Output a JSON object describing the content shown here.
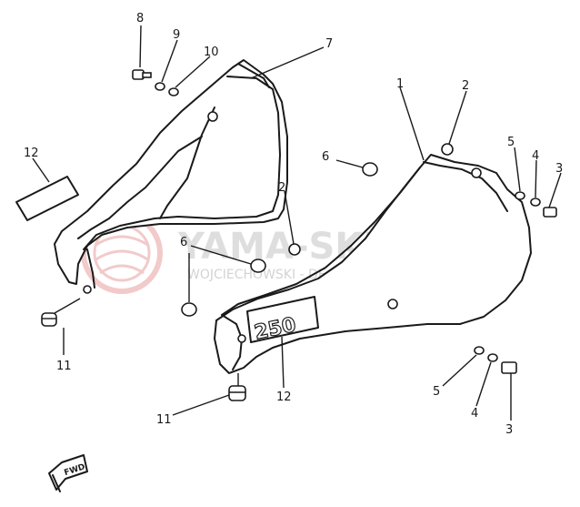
{
  "watermark": {
    "title": "YAMA-SKLEP.PL",
    "subtitle": "WOJCIECHOWSKI - DEALER YAMAHA",
    "logo_color": "#e8a0a0"
  },
  "decal": {
    "text": "250"
  },
  "fwd_badge": {
    "label": "FWD"
  },
  "callouts": {
    "c1": "1",
    "c2a": "2",
    "c2b": "2",
    "c3a": "3",
    "c3b": "3",
    "c4a": "4",
    "c4b": "4",
    "c5a": "5",
    "c5b": "5",
    "c6a": "6",
    "c6b": "6",
    "c7": "7",
    "c8": "8",
    "c9": "9",
    "c10": "10",
    "c11a": "11",
    "c11b": "11",
    "c12a": "12",
    "c12b": "12"
  },
  "colors": {
    "ink": "#1a1a1a",
    "watermark": "#d9d9d9"
  }
}
